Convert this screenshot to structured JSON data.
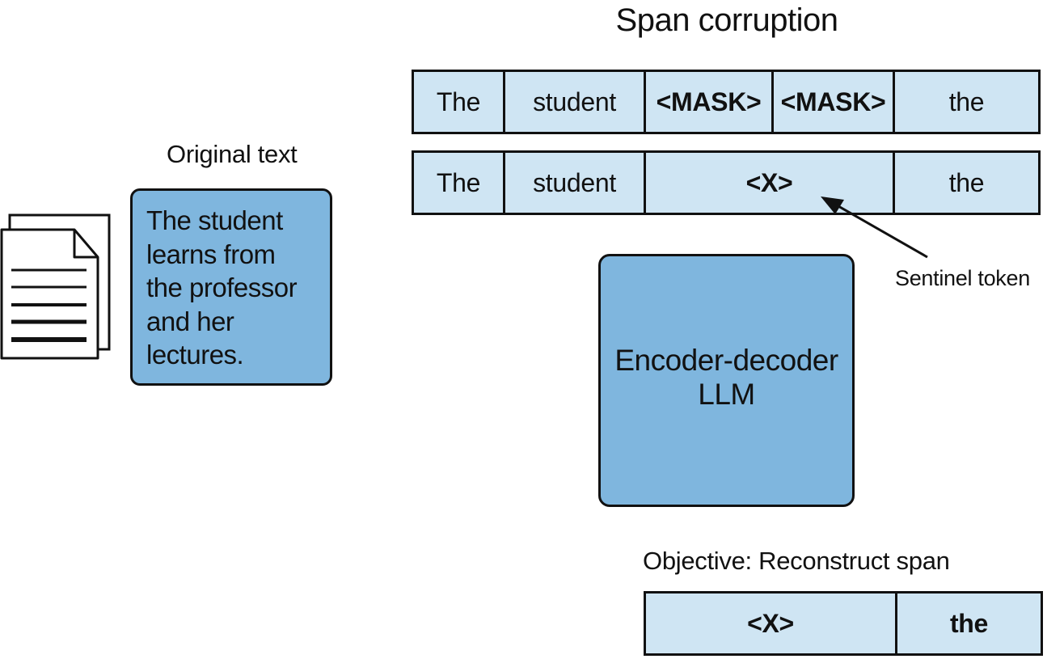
{
  "title": "Span corruption",
  "original": {
    "label": "Original text",
    "text_lines": [
      "The student",
      "learns from",
      "the professor",
      "and her",
      "lectures."
    ],
    "icon": "document-icon"
  },
  "corrupted_row_mask": [
    "The",
    "student",
    "<MASK>",
    "<MASK>",
    "the"
  ],
  "corrupted_row_sentinel": [
    "The",
    "student",
    "<X>",
    "the"
  ],
  "sentinel_annotation": "Sentinel token",
  "model": {
    "label_lines": [
      "Encoder-decoder",
      "LLM"
    ]
  },
  "objective": {
    "label": "Objective: Reconstruct span",
    "tokens": [
      "<X>",
      "the"
    ]
  },
  "colors": {
    "token_fill": "#cfe5f3",
    "box_fill": "#7fb6de",
    "stroke": "#111111"
  }
}
